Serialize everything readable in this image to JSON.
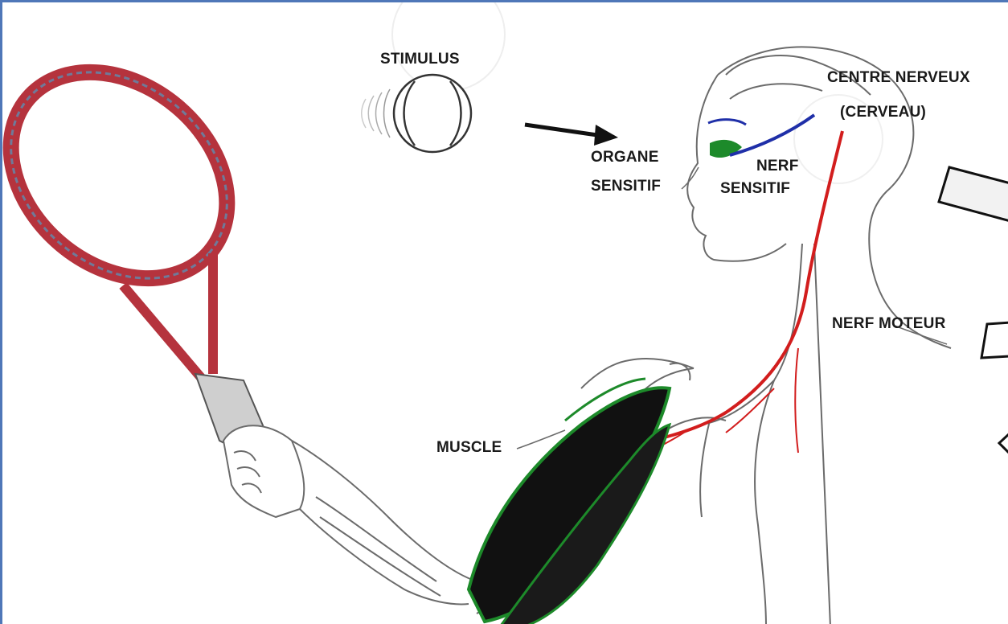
{
  "labels": {
    "stimulus": "STIMULUS",
    "centre_line1": "CENTRE NERVEUX",
    "centre_line2": "(CERVEAU)",
    "organe_line1": "ORGANE",
    "organe_line2": "SENSITIF",
    "nerf_sensitif_line1": "NERF",
    "nerf_sensitif_line2": "SENSITIF",
    "nerf_moteur": "NERF MOTEUR",
    "muscle": "MUSCLE"
  },
  "colors": {
    "sensory_nerve": "#1f2fa8",
    "motor_nerve": "#d21d1d",
    "muscle_fill": "#111111",
    "muscle_edge": "#1d8a2a",
    "racket_frame": "#b5333d",
    "outline": "#6b6b6b",
    "frame_border": "#4f77b8"
  },
  "icons": {
    "arrow": "arrow-right-icon",
    "ball": "tennis-ball-icon",
    "eye": "eye-icon"
  }
}
